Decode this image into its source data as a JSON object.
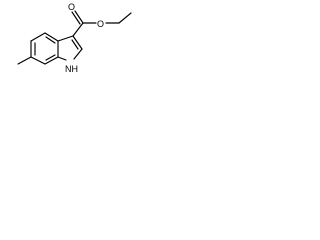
{
  "molecule": {
    "atom_labels": {
      "ester_carbonyl_oxygen": "O",
      "ester_ether_oxygen": "O",
      "indole_nh": "NH"
    }
  }
}
